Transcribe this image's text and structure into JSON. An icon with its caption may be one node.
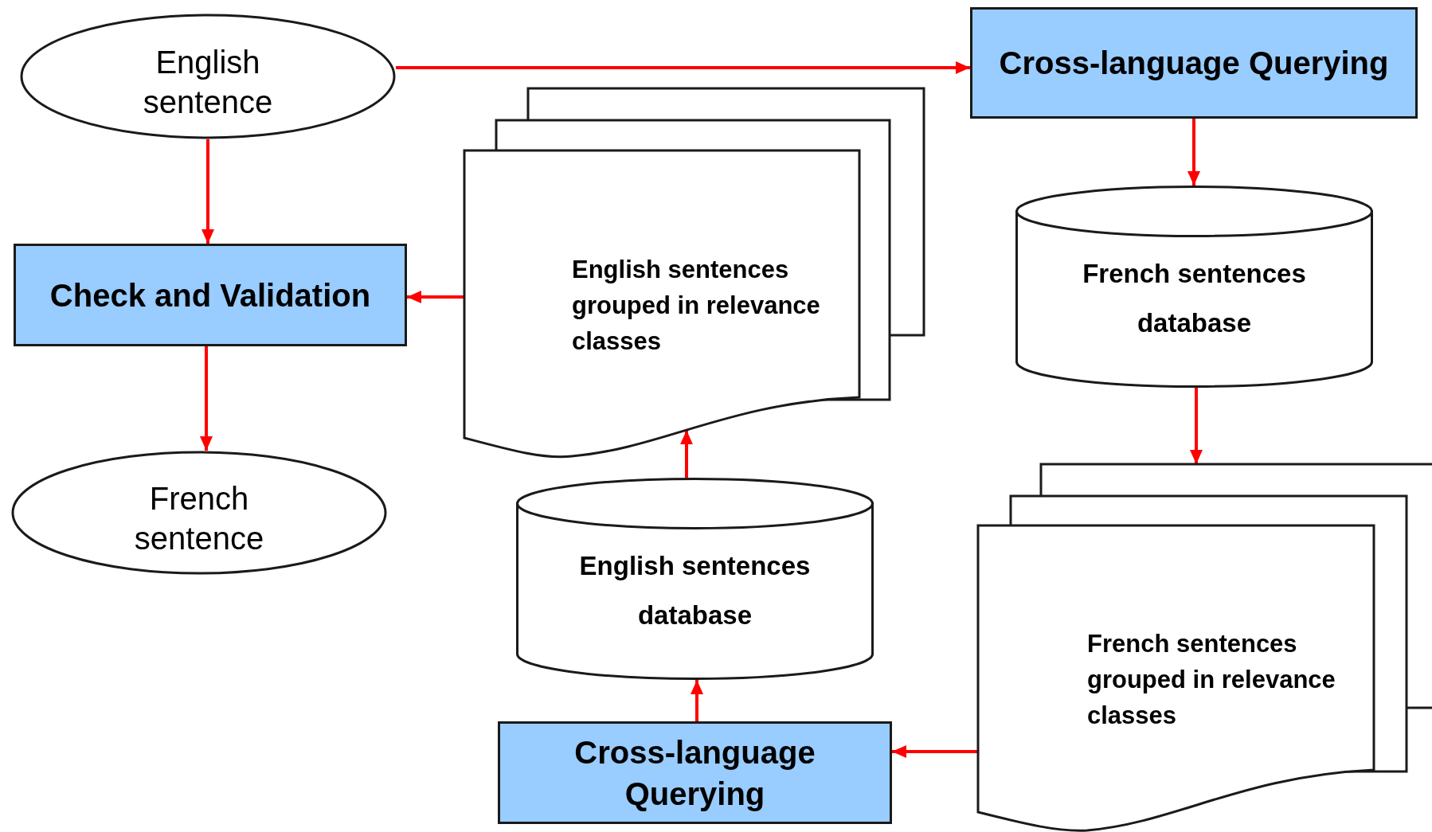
{
  "diagram": {
    "nodes": [
      {
        "text": [
          "English sentence"
        ]
      },
      {
        "text": [
          "Cross-language Querying"
        ]
      },
      {
        "text": [
          "Check and Validation"
        ]
      },
      {
        "text": [
          "English sentences grouped in relevance classes"
        ]
      },
      {
        "text": [
          "French sentences database"
        ]
      },
      {
        "text": [
          "French sentence"
        ]
      },
      {
        "text": [
          "English sentences database"
        ]
      },
      {
        "text": [
          "French sentences grouped in relevance classes"
        ]
      },
      {
        "text": [
          "Cross-language Querying"
        ]
      }
    ],
    "edges": [
      {
        "from": 0,
        "to": 1,
        "arrow": "to"
      },
      {
        "from": 1,
        "to": 4,
        "arrow": "to"
      },
      {
        "from": 0,
        "to": 2,
        "arrow": "to"
      },
      {
        "from": 3,
        "to": 2,
        "arrow": "to"
      },
      {
        "from": 2,
        "to": 5,
        "arrow": "to"
      },
      {
        "from": 4,
        "to": 7,
        "arrow": "to"
      },
      {
        "from": 7,
        "to": 8,
        "arrow": "to"
      },
      {
        "from": 8,
        "to": 6,
        "arrow": "to"
      },
      {
        "from": 6,
        "to": 3,
        "arrow": "to"
      }
    ]
  }
}
